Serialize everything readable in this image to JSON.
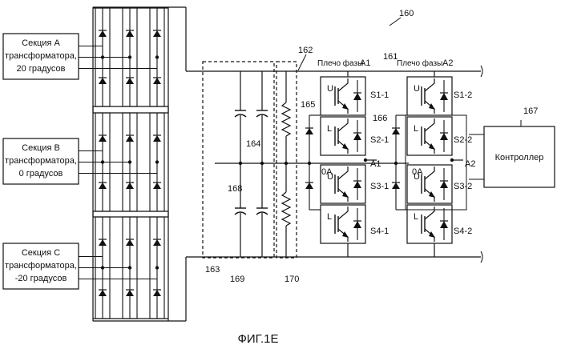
{
  "figure": {
    "caption": "ФИГ.1Е",
    "ref_main": "160"
  },
  "sources": [
    {
      "line1": "Секция A",
      "line2": "трансформатора,",
      "line3": "20 градусов"
    },
    {
      "line1": "Секция B",
      "line2": "трансформатора,",
      "line3": "0 градусов"
    },
    {
      "line1": "Секция C",
      "line2": "трансформатора,",
      "line3": "-20 градусов"
    }
  ],
  "phase_arms": [
    {
      "label": "Плечо фазы",
      "id": "A1"
    },
    {
      "label": "Плечо фазы",
      "id": "A2"
    }
  ],
  "switches_left": {
    "top": "S1-1",
    "s2": "S2-1",
    "s3": "S3-1",
    "bottom": "S4-1"
  },
  "switches_right": {
    "top": "S1-2",
    "s2": "S2-2",
    "s3": "S3-2",
    "bottom": "S4-2"
  },
  "nodes": {
    "left_zero": "0A",
    "left_a": "A1",
    "right_zero": "0A",
    "right_a": "A2"
  },
  "igbt_letters": {
    "upper": "U",
    "lower": "L"
  },
  "controller": {
    "label": "Контроллер",
    "ref": "167"
  },
  "refs": {
    "r161": "161",
    "r162": "162",
    "r163": "163",
    "r164": "164",
    "r165": "165",
    "r166": "166",
    "r168": "168",
    "r169": "169",
    "r170": "170"
  }
}
